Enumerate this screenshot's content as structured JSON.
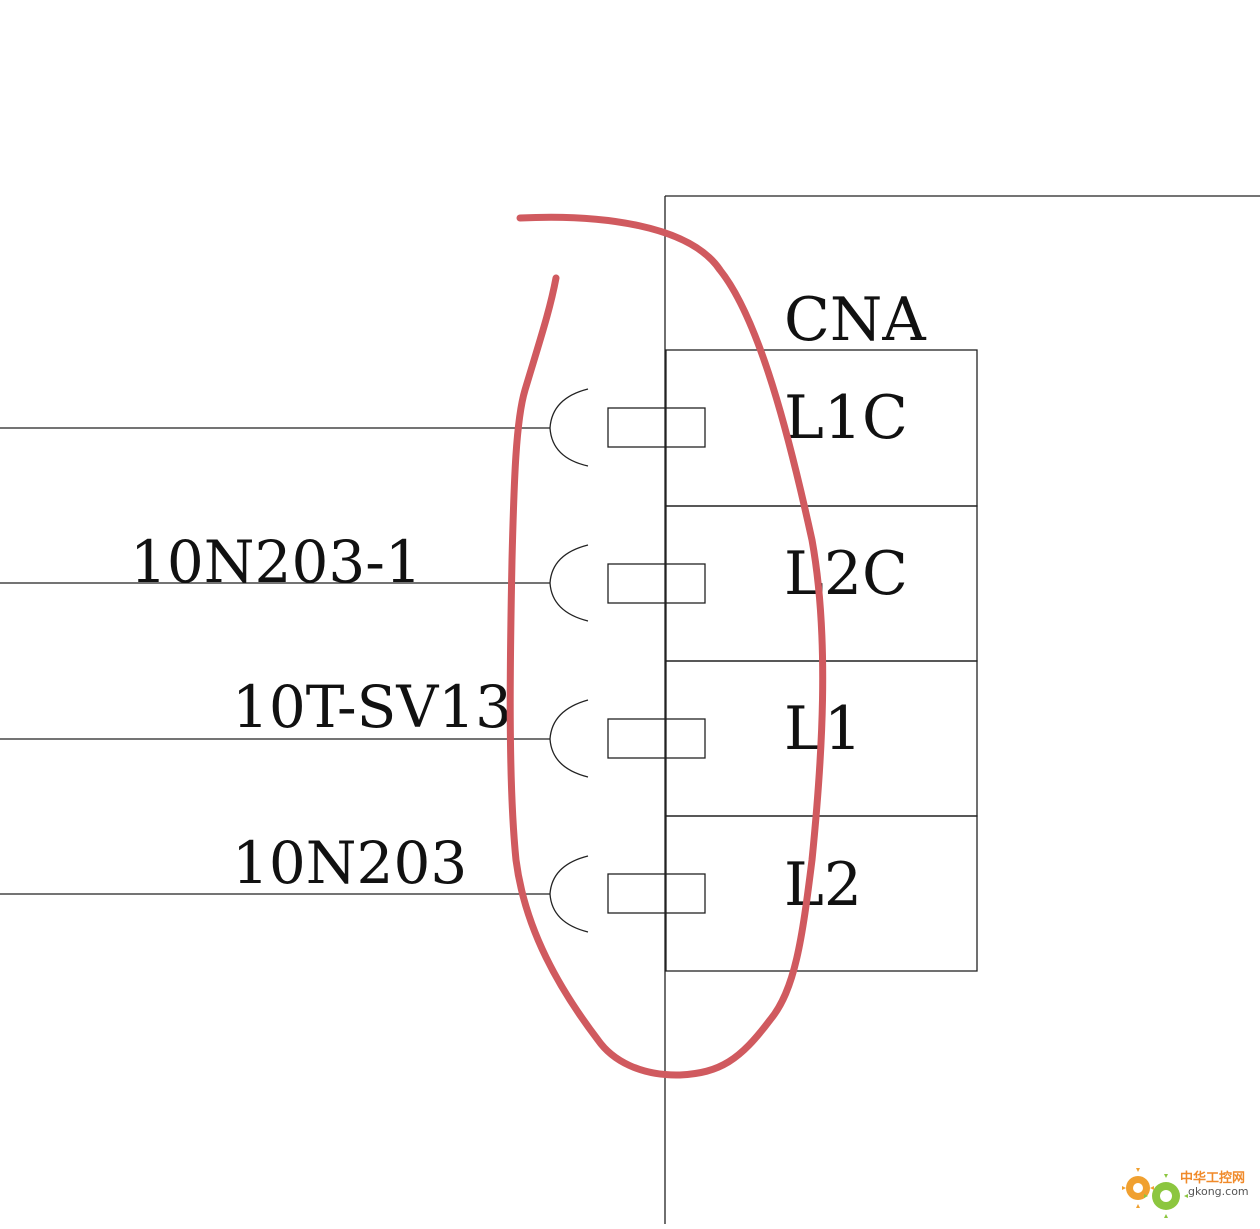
{
  "connector": {
    "name": "CNA",
    "pins": [
      {
        "label": "L1C",
        "wire_label": ""
      },
      {
        "label": "L2C",
        "wire_label": "10N203-1"
      },
      {
        "label": "L1",
        "wire_label": "10T-SV13"
      },
      {
        "label": "L2",
        "wire_label": "10N203"
      }
    ]
  },
  "annotation": {
    "color": "#d05a5f",
    "shape": "loop"
  },
  "watermark": {
    "brand": "中华工控网",
    "site": "gkong.com",
    "icon": "gears-icon",
    "colors": [
      "#f0a030",
      "#8cc63f"
    ]
  }
}
